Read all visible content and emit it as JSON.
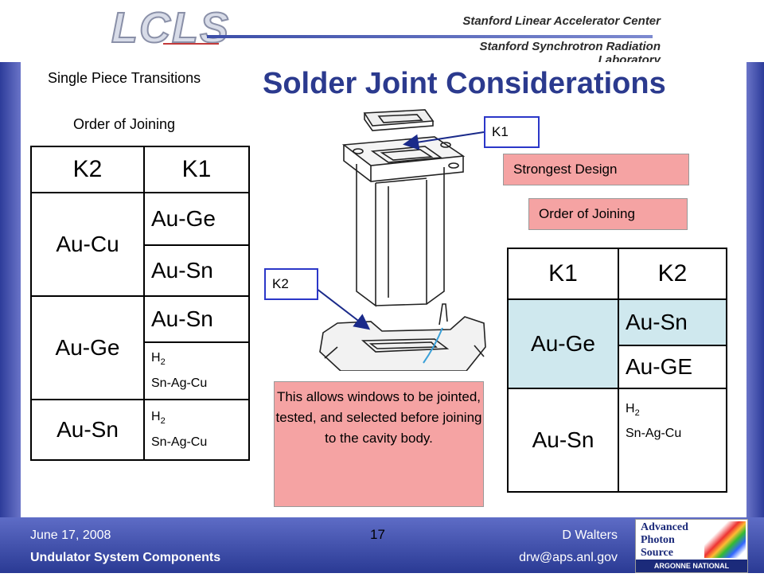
{
  "header": {
    "logo_text": "LCLS",
    "org_line1": "Stanford Linear Accelerator Center",
    "org_line2": "Stanford Synchrotron Radiation Laboratory"
  },
  "slide": {
    "title": "Solder Joint Considerations",
    "subtitle_left": "Single Piece Transitions",
    "order_left": "Order of Joining"
  },
  "left_table": {
    "headers": [
      "K2",
      "K1"
    ],
    "groups": [
      {
        "k2": "Au-Cu",
        "rows": [
          "Au-Ge",
          "Au-Sn"
        ]
      },
      {
        "k2": "Au-Ge",
        "rows": [
          "Au-Sn"
        ],
        "h2_row": {
          "h": "H",
          "sub": "2",
          "alloy": "Sn-Ag-Cu"
        }
      },
      {
        "k2": "Au-Sn",
        "h2_row": {
          "h": "H",
          "sub": "2",
          "alloy": "Sn-Ag-Cu"
        }
      }
    ]
  },
  "right_table": {
    "headers": [
      "K1",
      "K2"
    ],
    "groups": [
      {
        "k1": "Au-Ge",
        "rows": [
          "Au-Sn",
          "Au-GE"
        ]
      },
      {
        "k1": "Au-Sn",
        "h2_row": {
          "h": "H",
          "sub": "2",
          "alloy": "Sn-Ag-Cu"
        }
      }
    ]
  },
  "labels": {
    "k1": "K1",
    "k2": "K2",
    "strongest": "Strongest Design",
    "order_right": "Order of Joining",
    "note": "This allows windows to be jointed, tested, and selected before joining to the cavity body."
  },
  "footer": {
    "date": "June 17, 2008",
    "page": "17",
    "author": "D Walters",
    "org": "Undulator System Components",
    "email": "drw@aps.anl.gov"
  },
  "aps_logo": {
    "line1": "Advanced",
    "line2": "Photon",
    "line3": "Source",
    "bar": "ARGONNE NATIONAL LABORATORY"
  },
  "colors": {
    "title": "#2b3a8e",
    "frame": "#3a48a8",
    "highlight_pink": "#f5a3a3",
    "highlight_blue": "#cfe8ee",
    "callout_border": "#2b37c8"
  }
}
